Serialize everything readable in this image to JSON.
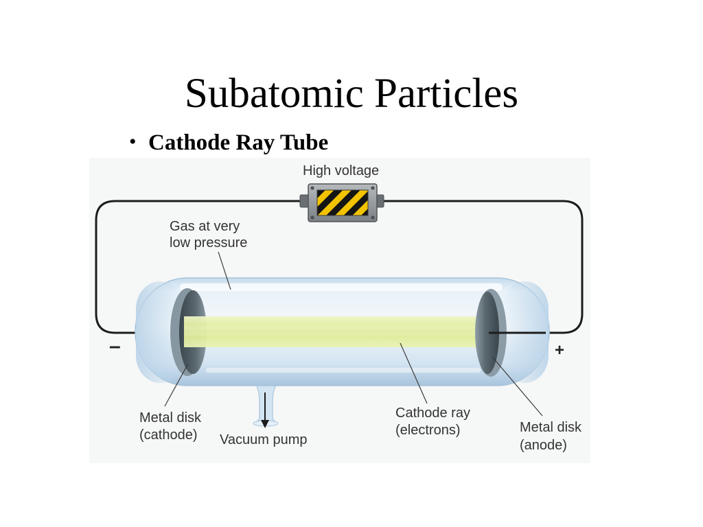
{
  "slide": {
    "title": "Subatomic Particles",
    "bullet": {
      "marker": "•",
      "text": "Cathode Ray Tube"
    }
  },
  "diagram": {
    "labels": {
      "high_voltage": "High voltage",
      "gas_line1": "Gas at very",
      "gas_line2": "low pressure",
      "negative_terminal": "–",
      "positive_terminal": "+",
      "cathode_line1": "Metal disk",
      "cathode_line2": "(cathode)",
      "vacuum_pump": "Vacuum pump",
      "ray_line1": "Cathode ray",
      "ray_line2": "(electrons)",
      "anode_line1": "Metal disk",
      "anode_line2": "(anode)"
    }
  },
  "colors": {
    "wire": "#1c1c1c",
    "hazard_yellow": "#f2c300",
    "hazard_black": "#151515",
    "beam": "#dce98e",
    "glass": "#e9f2f9",
    "disk": "#5b6870"
  }
}
